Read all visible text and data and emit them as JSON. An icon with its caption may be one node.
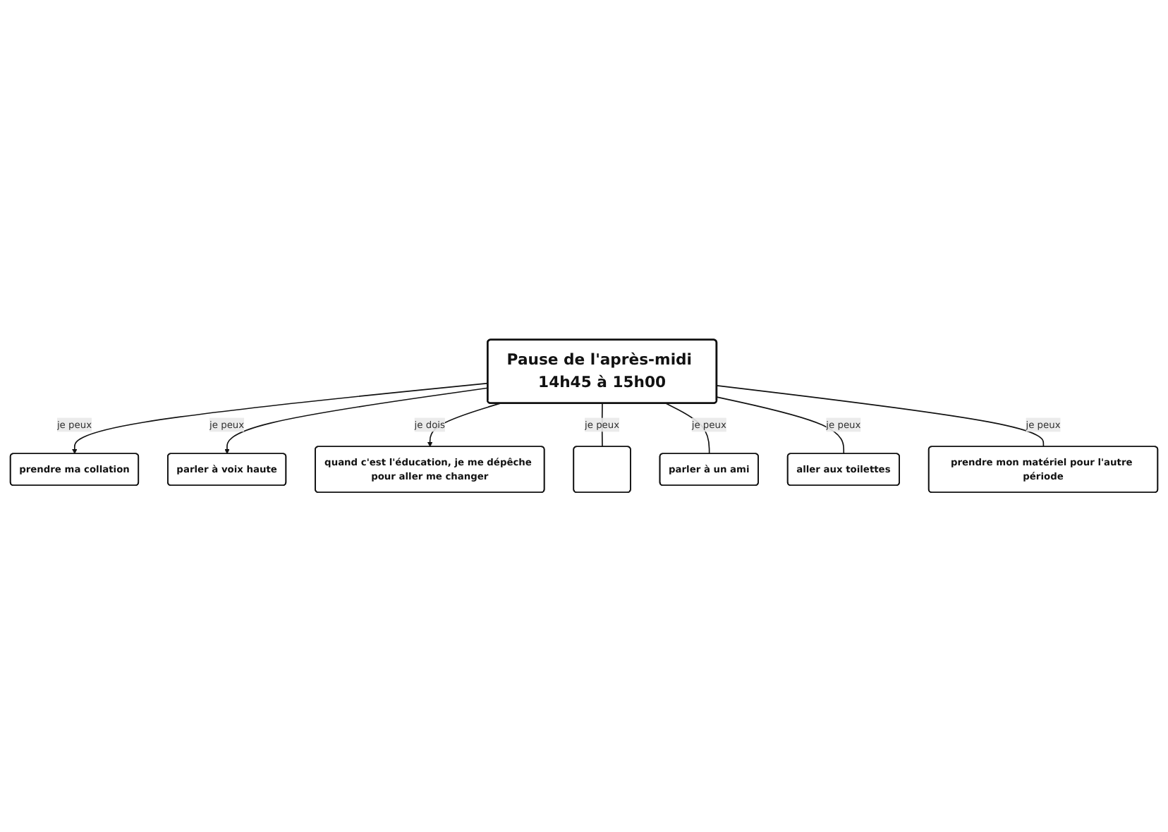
{
  "diagram": {
    "nodes": [
      {
        "text": [
          "prendre ma collation"
        ]
      },
      {
        "text": [
          "parler à voix haute"
        ]
      },
      {
        "text": [
          "quand c'est l'éducation, je me dépêche pour aller me changer"
        ]
      },
      {
        "text": [
          "Pause de l'après-midi 14h45 à 15h00"
        ]
      },
      {
        "text": [],
        "shape": "box"
      },
      {
        "text": [
          "parler à un ami"
        ]
      },
      {
        "text": [
          "aller aux toilettes"
        ]
      },
      {
        "text": [
          "prendre mon matériel pour l'autre période"
        ]
      }
    ],
    "edges": [
      {
        "from": 3,
        "to": 0,
        "label": "je peux",
        "arrow": "to"
      },
      {
        "from": 3,
        "to": 1,
        "label": "je peux",
        "arrow": "to"
      },
      {
        "from": 3,
        "to": 2,
        "label": "je dois",
        "arrow": "to"
      },
      {
        "from": 3,
        "to": 4,
        "label": "je peux",
        "arrow": "none"
      },
      {
        "from": 3,
        "to": 5,
        "label": "je peux",
        "arrow": "none"
      },
      {
        "from": 3,
        "to": 6,
        "label": "je peux",
        "arrow": "none"
      },
      {
        "from": 3,
        "to": 7,
        "label": "je peux",
        "arrow": "none"
      }
    ]
  }
}
